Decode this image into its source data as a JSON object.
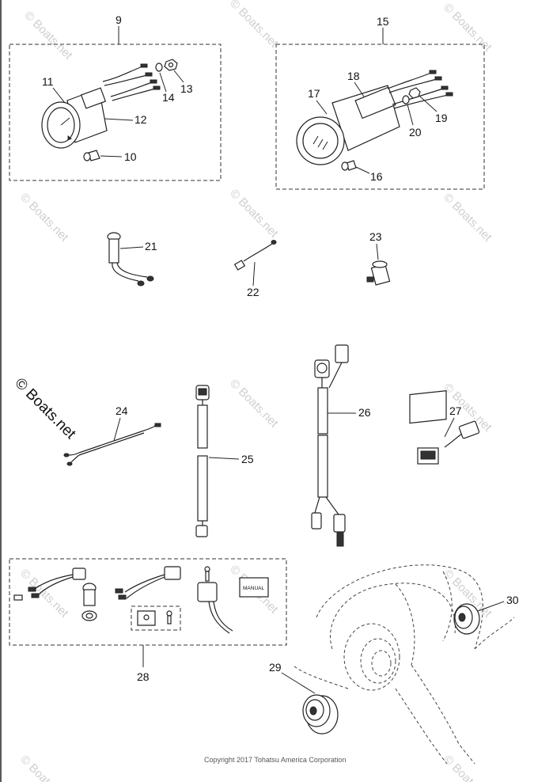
{
  "labels": {
    "l9": "9",
    "l10": "10",
    "l11": "11",
    "l12": "12",
    "l13": "13",
    "l14": "14",
    "l15": "15",
    "l16": "16",
    "l17": "17",
    "l18": "18",
    "l19": "19",
    "l20": "20",
    "l21": "21",
    "l22": "22",
    "l23": "23",
    "l24": "24",
    "l25": "25",
    "l26": "26",
    "l27": "27",
    "l28": "28",
    "l29": "29",
    "l30": "30"
  },
  "manual_box": "MANUAL",
  "watermark": "© Boats.net",
  "copyright": "Copyright 2017 Tohatsu America Corporation"
}
